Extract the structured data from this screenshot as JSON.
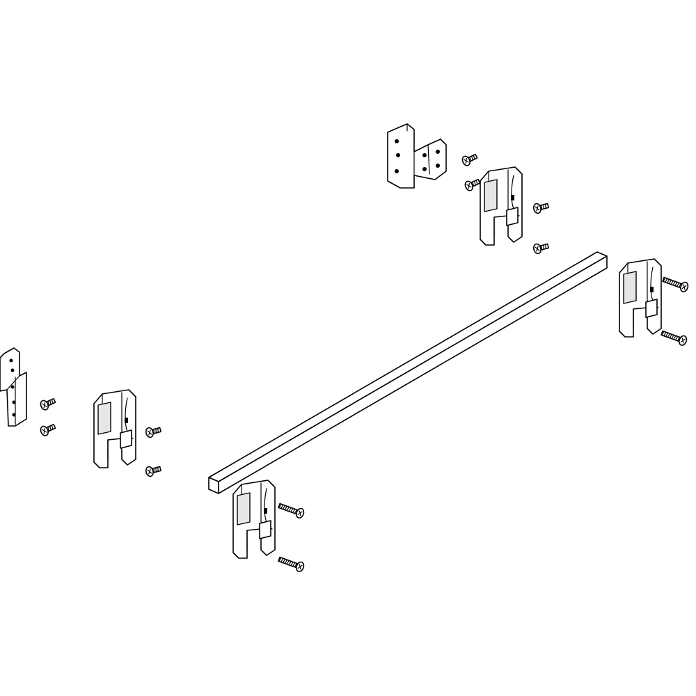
{
  "drawing": {
    "colors": {
      "line": "#000000",
      "background": "#ffffff",
      "shade": "#e6e6e6"
    },
    "parts": {
      "rail_count": 1,
      "bracket_count": 2,
      "clip_count": 4,
      "screw_count": 12
    }
  }
}
